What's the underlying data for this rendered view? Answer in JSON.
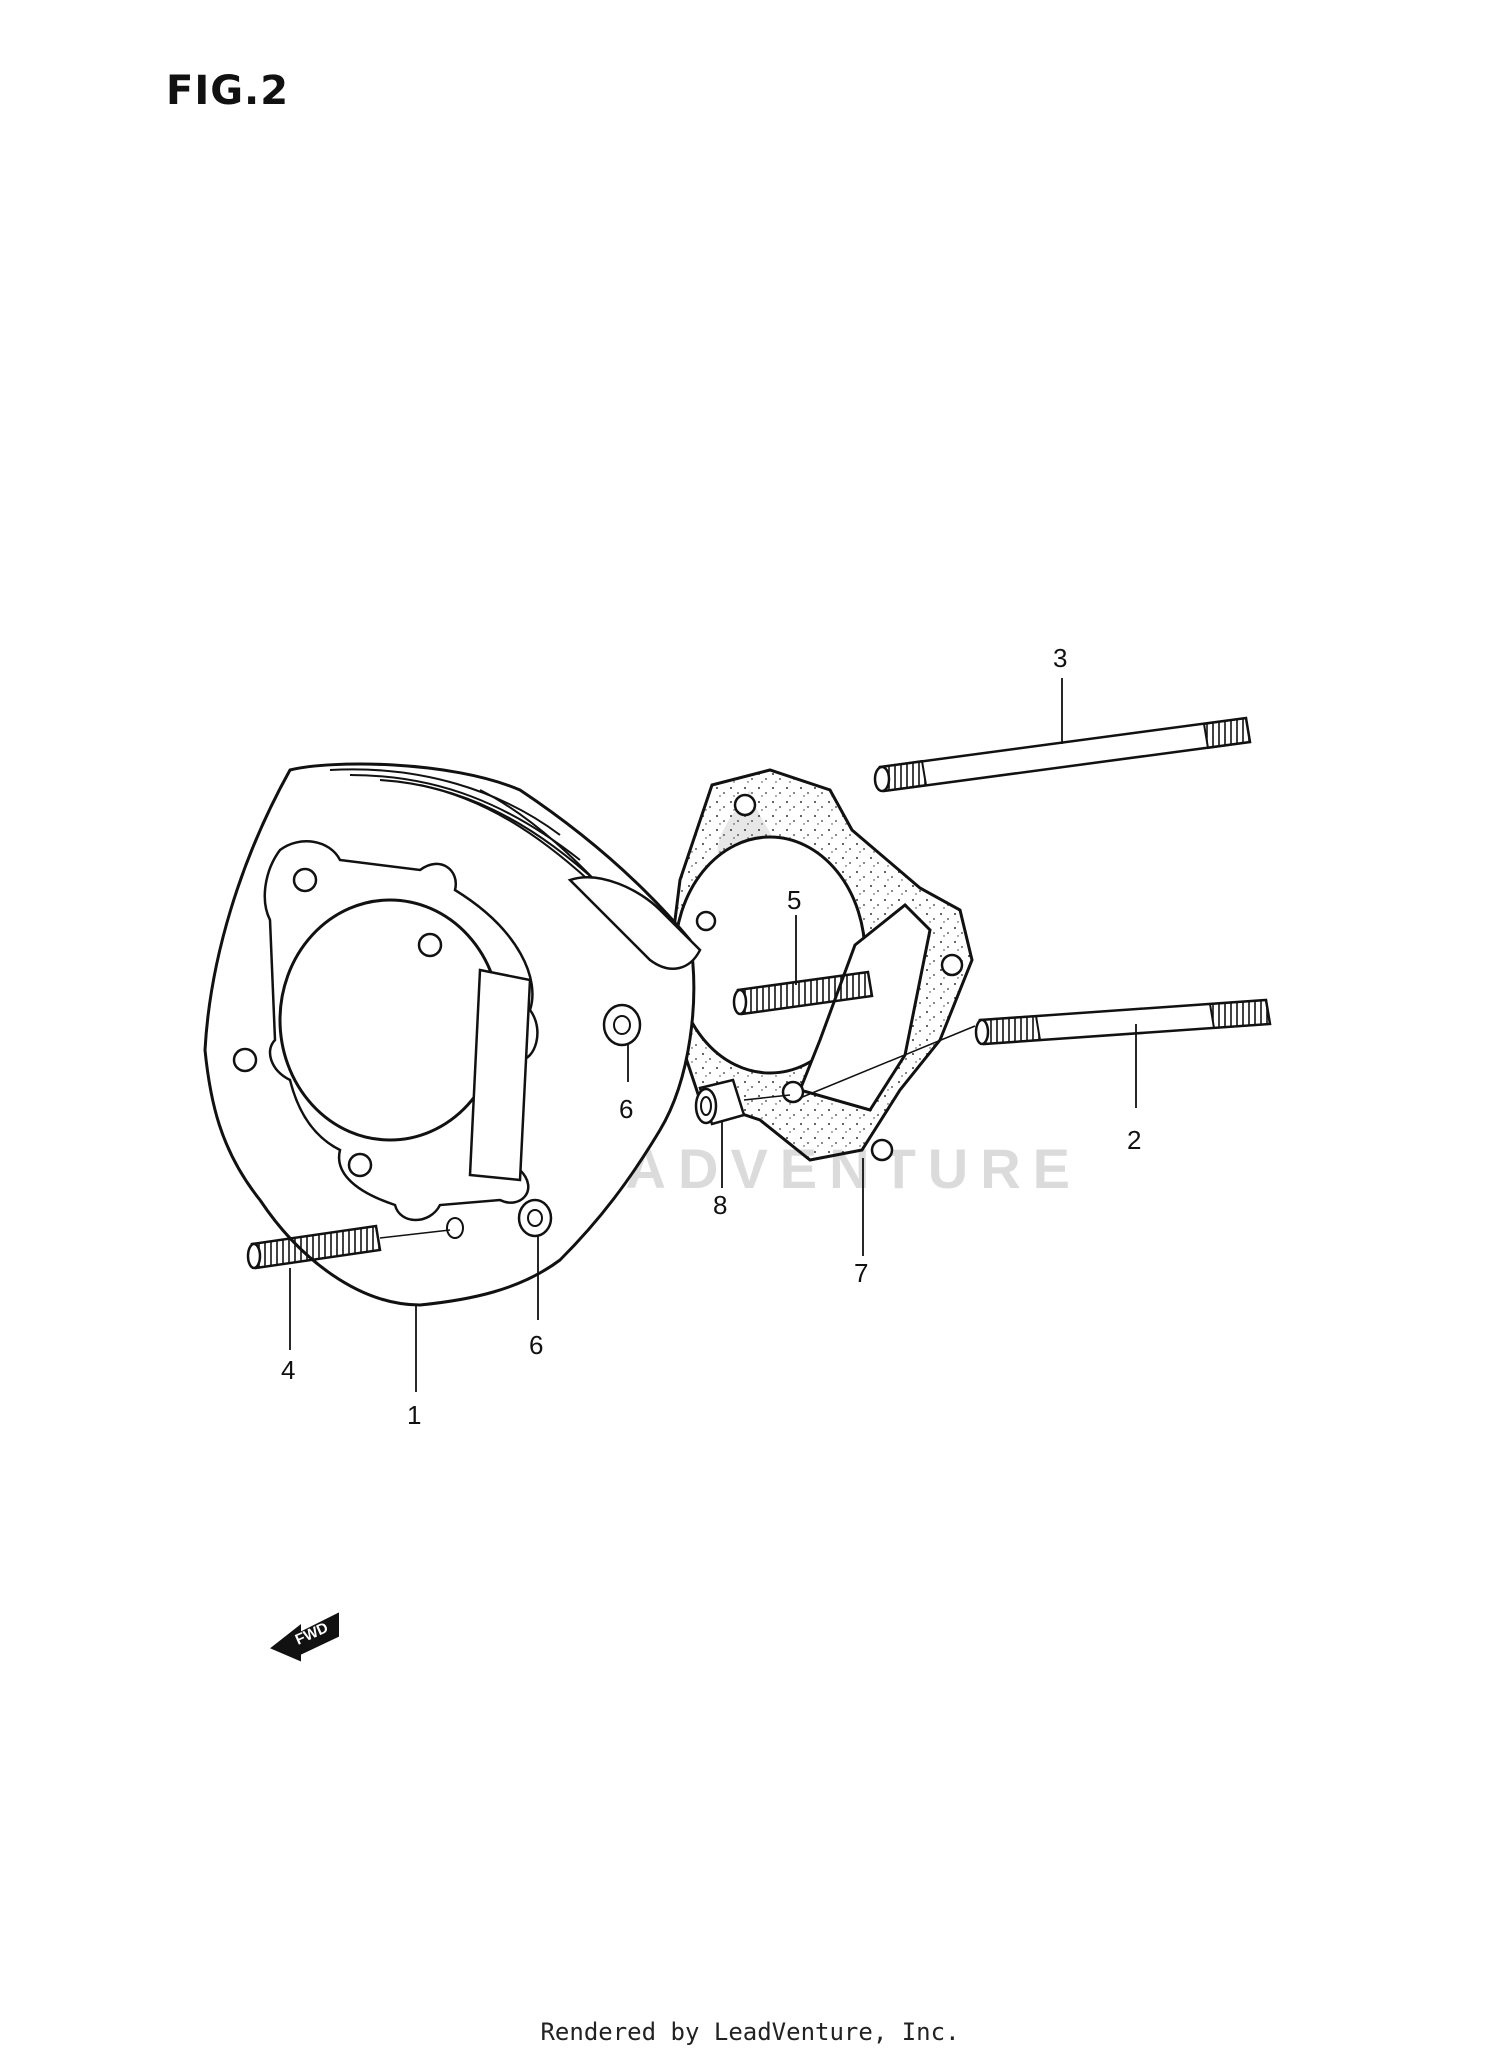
{
  "figure": {
    "title": "FIG.2"
  },
  "watermark": {
    "text": "LEADVENTURE"
  },
  "fwd_marker": {
    "text": "FWD"
  },
  "callouts": [
    {
      "id": "1",
      "label": "1"
    },
    {
      "id": "2",
      "label": "2"
    },
    {
      "id": "3",
      "label": "3"
    },
    {
      "id": "4",
      "label": "4"
    },
    {
      "id": "5",
      "label": "5"
    },
    {
      "id": "6a",
      "label": "6"
    },
    {
      "id": "6b",
      "label": "6"
    },
    {
      "id": "7",
      "label": "7"
    },
    {
      "id": "8",
      "label": "8"
    }
  ],
  "footer": {
    "text": "Rendered by LeadVenture, Inc."
  }
}
